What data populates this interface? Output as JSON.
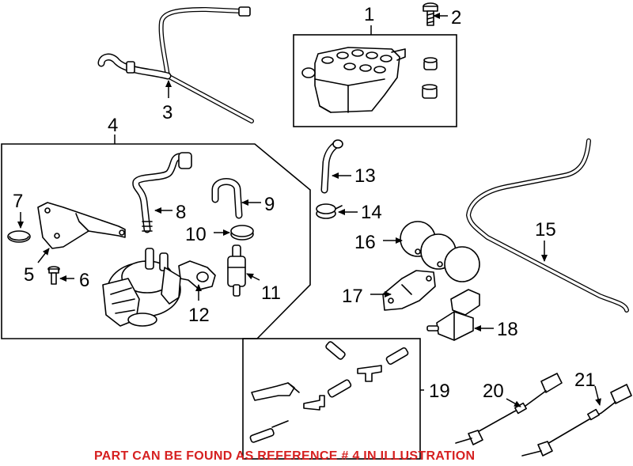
{
  "callouts": {
    "n1": "1",
    "n2": "2",
    "n3": "3",
    "n4": "4",
    "n5": "5",
    "n6": "6",
    "n7": "7",
    "n8": "8",
    "n9": "9",
    "n10": "10",
    "n11": "11",
    "n12": "12",
    "n13": "13",
    "n14": "14",
    "n15": "15",
    "n16": "16",
    "n17": "17",
    "n18": "18",
    "n19": "19",
    "n20": "20",
    "n21": "21"
  },
  "note": "PART CAN BE FOUND AS REFERENCE # 4 IN ILLUSTRATION",
  "colors": {
    "note": "#d62020",
    "line": "#000000",
    "background": "#ffffff"
  }
}
